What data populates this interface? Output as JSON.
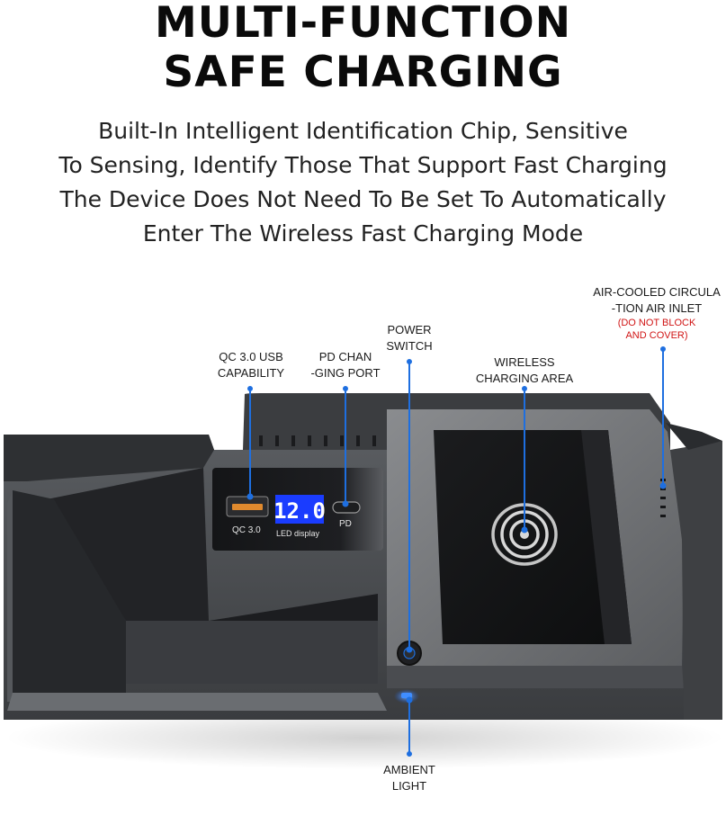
{
  "headline": {
    "line1": "MULTI-FUNCTION",
    "line2": "SAFE CHARGING"
  },
  "description": {
    "line1": "Built-In Intelligent Identification Chip, Sensitive",
    "line2": "To Sensing, Identify Those That Support Fast Charging",
    "line3": "The Device Does Not Need To Be Set To Automatically",
    "line4": "Enter The Wireless Fast Charging Mode"
  },
  "callouts": {
    "qc_usb": {
      "line1": "QC 3.0 USB",
      "line2": "CAPABILITY"
    },
    "pd_port": {
      "line1": "PD CHAN",
      "line2": "-GING PORT"
    },
    "power_switch": {
      "line1": "POWER",
      "line2": "SWITCH"
    },
    "wireless_area": {
      "line1": "WIRELESS",
      "line2": "CHARGING AREA"
    },
    "air_inlet": {
      "line1": "AIR-COOLED CIRCULA",
      "line2": "-TION AIR INLET",
      "warning1": "(DO NOT BLOCK",
      "warning2": "AND COVER)"
    },
    "ambient_light": {
      "line1": "AMBIENT",
      "line2": "LIGHT"
    }
  },
  "device": {
    "qc_port_label": "QC 3.0",
    "display_value": "12.0",
    "display_caption": "LED display",
    "pd_port_label": "PD"
  },
  "colors": {
    "callout_line": "#1e6fe0",
    "warning_text": "#d01414",
    "display_digits": "#ffffff",
    "display_bg": "#1a3cff",
    "qc_port_accent": "#e08a2e"
  }
}
